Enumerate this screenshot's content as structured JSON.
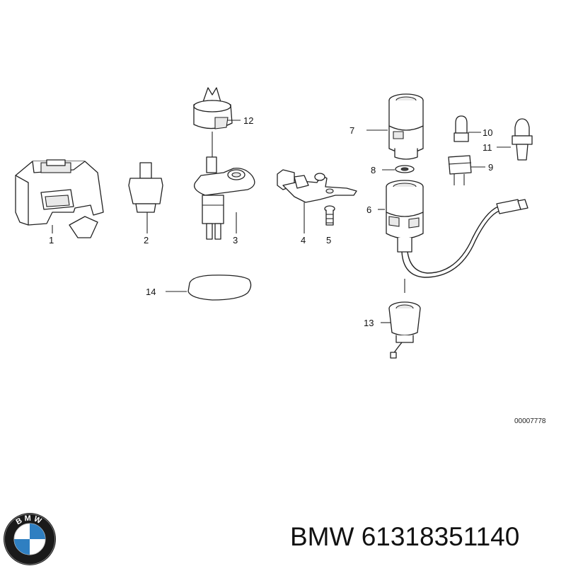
{
  "diagram": {
    "callouts": [
      "1",
      "2",
      "3",
      "4",
      "5",
      "6",
      "7",
      "8",
      "9",
      "10",
      "11",
      "12",
      "13",
      "14"
    ],
    "reference_code": "00007778"
  },
  "footer": {
    "brand": "BMW",
    "part_number_text": "BMW 61318351140",
    "logo_letters": "BMW",
    "logo_colors": {
      "ring": "#1a1a1a",
      "blue": "#2f7fc1",
      "white": "#ffffff"
    }
  }
}
